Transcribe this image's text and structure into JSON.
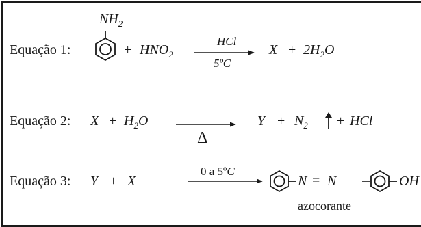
{
  "equations": [
    {
      "label": "Equação 1:",
      "substituent": "NH",
      "substituent_sub": "2",
      "plus1": "+",
      "reagent": "HNO",
      "reagent_sub": "2",
      "cond_top": "HCl",
      "cond_bottom": "5ºC",
      "product": "X",
      "plus2": "+",
      "coef": "2H",
      "water_sub": "2",
      "water_o": "O"
    },
    {
      "label": "Equação 2:",
      "x": "X",
      "plus1": "+",
      "water": "H",
      "water_sub": "2",
      "water_o": "O",
      "delta": "Δ",
      "y": "Y",
      "plus2": "+",
      "n2": "N",
      "n2_sub": "2",
      "plus3": "+",
      "hcl": "HCl"
    },
    {
      "label": "Equação 3:",
      "y": "Y",
      "plus": "+",
      "x": "X",
      "cond_pre": "0 a 5º",
      "cond_c": "C",
      "n1": "N",
      "eq": "=",
      "n2": "N",
      "oh": "OH",
      "product_name": "azocorante"
    }
  ],
  "colors": {
    "ink": "#1a1a1a",
    "background": "#ffffff",
    "border": "#1a1a1a"
  },
  "icons": [
    "benzene-ring-icon",
    "reaction-arrow-icon",
    "gas-evolution-up-arrow-icon"
  ]
}
